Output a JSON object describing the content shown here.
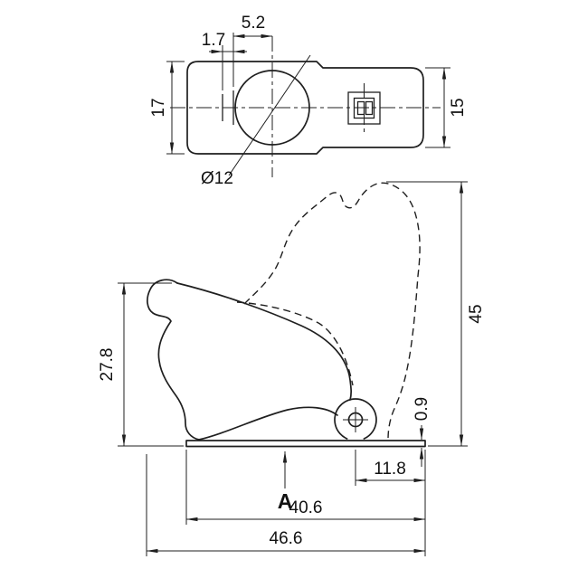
{
  "colors": {
    "background": "#ffffff",
    "line": "#1f1f1f",
    "text": "#111111"
  },
  "top_view": {
    "height_left": "17",
    "flat_offset": "1.7",
    "hole_offset": "5.2",
    "height_right": "15",
    "hole_diameter": "Ø12"
  },
  "side_view": {
    "closed_height": "27.8",
    "open_height": "45",
    "base_thickness": "0.9",
    "pivot_to_end": "11.8",
    "base_length": "40.6",
    "overall_length": "46.6",
    "view_label": "A"
  }
}
